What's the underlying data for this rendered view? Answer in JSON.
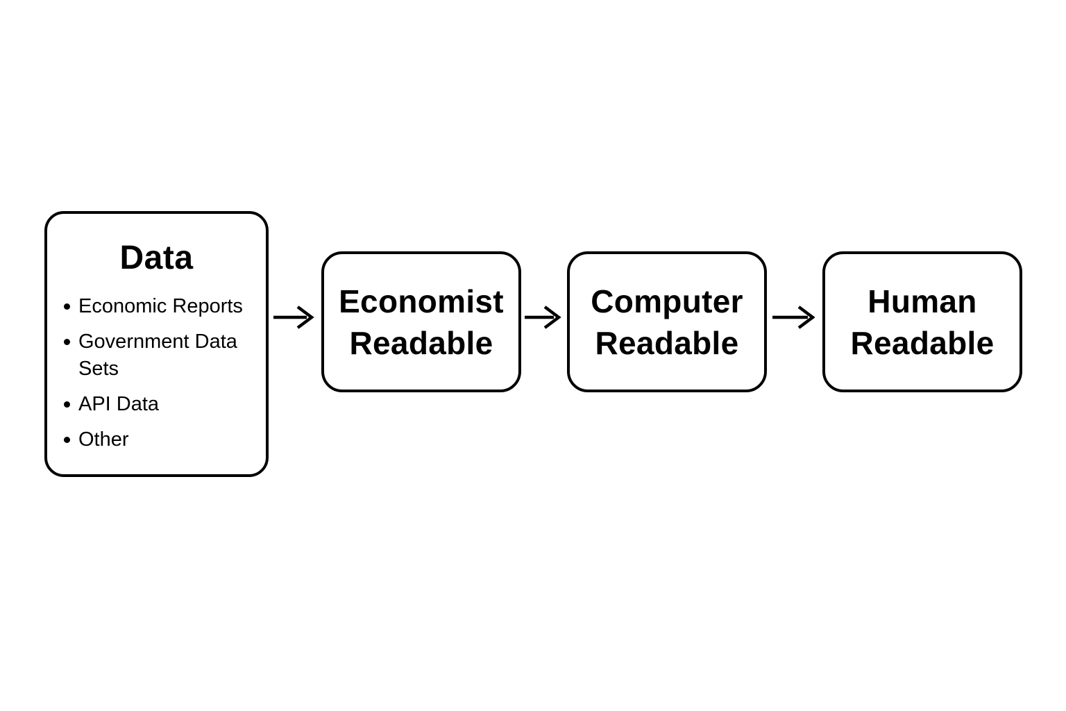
{
  "diagram": {
    "type": "flowchart",
    "direction": "left-to-right",
    "colors": {
      "ink": "#000000",
      "background": "#ffffff"
    },
    "source_node": {
      "title": "Data",
      "bullets": [
        "Economic Reports",
        "Government Data Sets",
        "API Data",
        "Other"
      ]
    },
    "stages": [
      {
        "label": "Economist Readable"
      },
      {
        "label": "Computer Readable"
      },
      {
        "label": "Human Readable"
      }
    ],
    "arrows": [
      {
        "from": "Data",
        "to": "Economist Readable"
      },
      {
        "from": "Economist Readable",
        "to": "Computer Readable"
      },
      {
        "from": "Computer Readable",
        "to": "Human Readable"
      }
    ]
  }
}
